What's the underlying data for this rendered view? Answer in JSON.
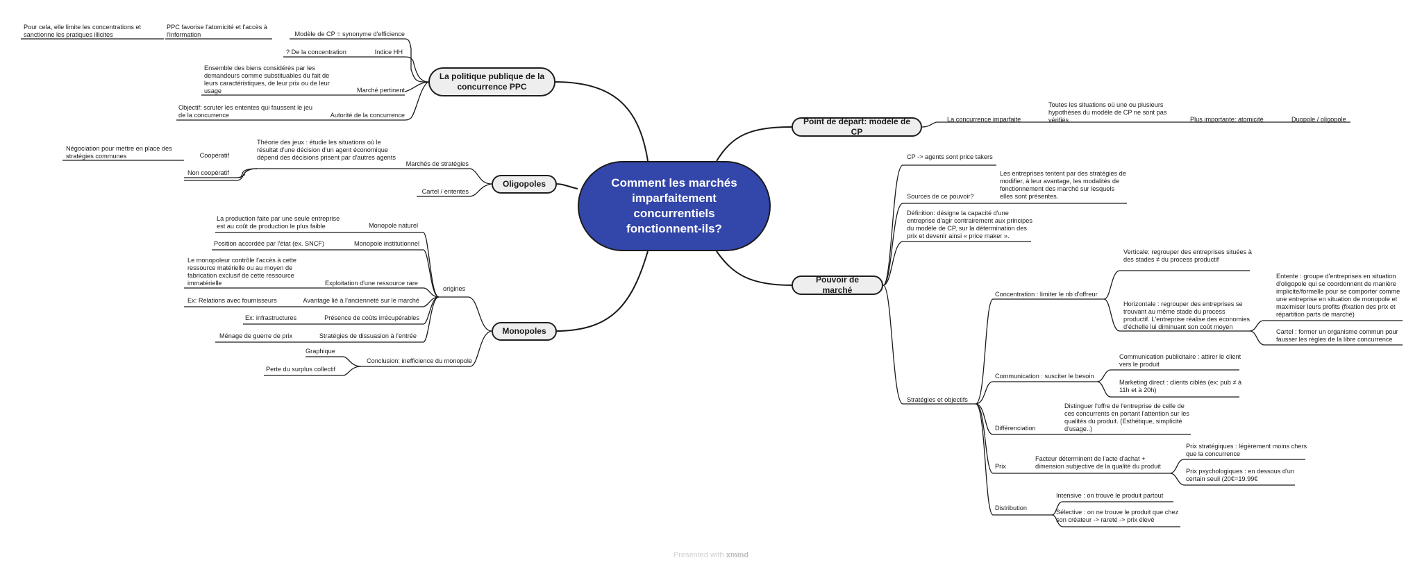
{
  "central_topic": "Comment les marchés imparfaitement concurrentiels fonctionnent-ils?",
  "branches": {
    "ppc": {
      "title": "La politique publique de la concurrence PPC",
      "modele_cp": "Modèle de CP = synonyme d'efficience",
      "ppc_favorise": "PPC favorise l'atomicité et l'accès à l'information",
      "pour_cela": "Pour cela, elle limite les concentrations et sanctionne les pratiques illicites",
      "indice_hh": "Indice HH",
      "de_la_concentration": "? De la concentration",
      "marche_pertinent": "Marché pertinent",
      "ensemble_biens": "Ensemble des biens considérés par les demandeurs comme substituables du fait de leurs caractéristiques, de leur prix ou de leur usage",
      "autorite": "Autorité de la concurrence",
      "objectif": "Objectif: scruter les ententes qui faussent le jeu de la concurrence"
    },
    "oligopoles": {
      "title": "Oligopoles",
      "marches_strategies": "Marchés de stratégies",
      "theorie_jeux": "Théorie des jeux : étudie les situations où le résultat d'une décision d'un agent économique dépend des décisions prisent par d'autres agents",
      "cooperatif": "Coopératif",
      "negociation": "Négociation pour mettre en place des stratégies communes",
      "non_cooperatif": "Non coopératif",
      "cartel_ententes": "Cartel / ententes"
    },
    "monopoles": {
      "title": "Monopoles",
      "origines": "origines",
      "monopole_naturel": "Monopole naturel",
      "production_seule": "La production faite par une seule entreprise est au coût de production le plus faible",
      "monopole_institutionnel": "Monopole institutionnel",
      "position_etat": "Position accordée par l'état (ex. SNCF)",
      "exploitation": "Exploitation d'une ressource rare",
      "monopoleur_controle": "Le monopoleur contrôle l'accès à cette ressource matérielle ou au moyen de fabrication exclusif de cette ressource immatérielle",
      "avantage_anciennete": "Avantage lié à l'ancienneté sur le marché",
      "ex_fournisseurs": "Ex: Relations avec fournisseurs",
      "couts_irrecuperables": "Présence de coûts irrécupérables",
      "ex_infrastructures": "Ex: infrastructures",
      "strategies_dissuasion": "Stratégies de dissuasion à l'entrée",
      "menage_guerre": "Ménage de guerre de prix",
      "conclusion": "Conclusion: inefficience du monopole",
      "graphique": "Graphique",
      "perte_surplus": "Perte du surplus collectif"
    },
    "depart": {
      "title": "Point de départ: modèle de CP",
      "concurrence_imparfaite": "La concurrence imparfaite",
      "toutes_situations": "Toutes les situations où une ou plusieurs hypothèses du modèle de CP ne sont pas vérifiés",
      "plus_importante": "Plus importante: atomicité",
      "duopole": "Duopole / oligopole"
    },
    "pouvoir": {
      "title": "Pouvoir de marché",
      "cp_agents": "CP -> agents sont price takers",
      "sources": "Sources de ce pouvoir?",
      "entreprises_tentent": "Les entreprises tentent par des stratégies de modifier, à leur avantage, les modalités de fonctionnement des marché sur lesquels elles sont présentes.",
      "definition": "Définition: désigne la capacité d'une entreprise d'agir contrairement aux principes du modèle de CP, sur la détermination des prix et devenir ainsi « price maker ».",
      "strategies_objectifs": "Stratégies et objectifs",
      "concentration": "Concentration : limiter le nb d'offreur",
      "verticale": "Verticale: regrouper des entreprises situées à des stades ≠ du process productif",
      "horizontale": "Horizontale : regrouper des entreprises se trouvant au même stade du process productif. L'entreprise réalise des économies d'échelle lui diminuant son coût moyen",
      "entente": "Entente : groupe d'entreprises en situation d'oligopole qui se coordonnent de manière implicite/formelle pour se comporter comme une entreprise en situation de monopole et maximiser leurs profits (fixation des prix et répartition parts de marché)",
      "cartel": "Cartel : former un organisme commun pour fausser les règles de la libre concurrence",
      "communication": "Communication : susciter le besoin",
      "comm_publicitaire": "Communication publicitaire : attirer le client vers le produit",
      "marketing_direct": "Marketing direct : clients ciblés (ex: pub ≠ à 11h et à 20h)",
      "differenciation": "Différenciation",
      "distinguer_offre": "Distinguer l'offre de l'entreprise de celle de ces concurrents en portant l'attention sur les qualités du produit. (Esthétique, simplicité d'usage..)",
      "prix": "Prix",
      "facteur_determinant": "Facteur déterminent de l'acte d'achat + dimension subjective de la qualité du produit",
      "prix_strategiques": "Prix stratégiques : légèrement moins chers que la concurrence",
      "prix_psychologiques": "Prix psychologiques : en dessous d'un certain seuil (20€=19.99€",
      "distribution": "Distribution",
      "intensive": "Intensive : on trouve le produit partout",
      "selective": "Sélective : on ne trouve le produit que chez son créateur -> rareté -> prix élevé"
    }
  },
  "footer": {
    "presented_with": "Presented with",
    "brand": "xmind"
  },
  "colors": {
    "central_fill": "#3346a9",
    "main_topic_fill": "#eeeeee",
    "line": "#1a1a1a"
  }
}
